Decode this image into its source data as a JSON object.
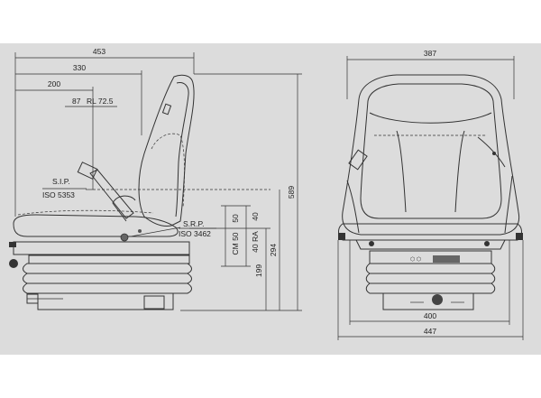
{
  "side_view": {
    "dims": {
      "overall_depth": "453",
      "depth_330": "330",
      "depth_200": "200",
      "adj_87": "87",
      "rl_label": "RL 72.5",
      "height_589": "589",
      "height_294": "294",
      "height_199": "199"
    },
    "vertical_dims": {
      "cm": "CM 50",
      "cm_50": "50",
      "ra_40": "40",
      "ra": "40 RA"
    },
    "sip_title": "S.I.P.",
    "sip_iso": "ISO 5353",
    "srp_title": "S.R.P.",
    "srp_iso": "ISO 3462"
  },
  "front_view": {
    "dims": {
      "width_top": "387",
      "width_400": "400",
      "width_447": "447"
    }
  }
}
